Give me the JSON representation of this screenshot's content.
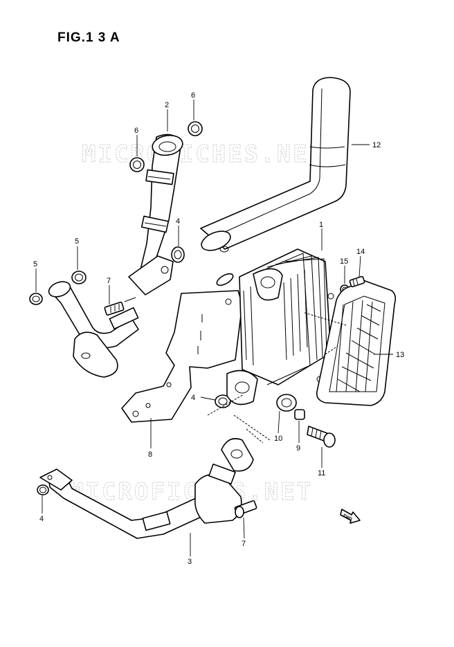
{
  "figure": {
    "title": "FIG.1 3 A"
  },
  "watermarks": [
    "MICROFICHES.NET",
    "MICROFICHES.NET"
  ],
  "fwd_label": "FWD",
  "callouts": [
    {
      "id": "c12",
      "label": "12"
    },
    {
      "id": "c1",
      "label": "1"
    },
    {
      "id": "c2",
      "label": "2"
    },
    {
      "id": "c6a",
      "label": "6"
    },
    {
      "id": "c6b",
      "label": "6"
    },
    {
      "id": "c4a",
      "label": "4"
    },
    {
      "id": "c5a",
      "label": "5"
    },
    {
      "id": "c5b",
      "label": "5"
    },
    {
      "id": "c7a",
      "label": "7"
    },
    {
      "id": "c15",
      "label": "15"
    },
    {
      "id": "c14",
      "label": "14"
    },
    {
      "id": "c13",
      "label": "13"
    },
    {
      "id": "c4b",
      "label": "4"
    },
    {
      "id": "c10",
      "label": "10"
    },
    {
      "id": "c9",
      "label": "9"
    },
    {
      "id": "c8",
      "label": "8"
    },
    {
      "id": "c11",
      "label": "11"
    },
    {
      "id": "c4c",
      "label": "4"
    },
    {
      "id": "c3",
      "label": "3"
    },
    {
      "id": "c7b",
      "label": "7"
    }
  ]
}
